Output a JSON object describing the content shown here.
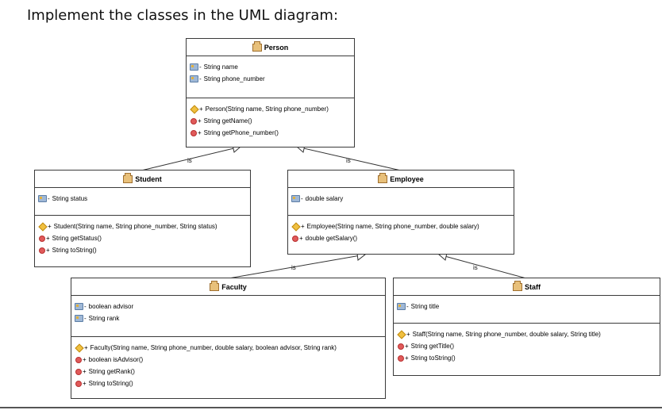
{
  "heading": "Implement the classes in the UML diagram:",
  "relation_label": "is",
  "classes": {
    "person": {
      "name": "Person",
      "attributes": [
        "String name",
        "String phone_number"
      ],
      "constructor": "Person(String name, String phone_number)",
      "methods": [
        "String getName()",
        "String getPhone_number()"
      ]
    },
    "student": {
      "name": "Student",
      "attributes": [
        "String status"
      ],
      "constructor": "Student(String name, String phone_number, String status)",
      "methods": [
        "String getStatus()",
        "String toString()"
      ]
    },
    "employee": {
      "name": "Employee",
      "attributes": [
        "double salary"
      ],
      "constructor": "Employee(String name, String phone_number, double salary)",
      "methods": [
        "double getSalary()"
      ]
    },
    "faculty": {
      "name": "Faculty",
      "attributes": [
        "boolean advisor",
        "String rank"
      ],
      "constructor": "Faculty(String name, String phone_number, double salary, boolean advisor, String rank)",
      "methods": [
        "boolean isAdvisor()",
        "String getRank()",
        "String toString()"
      ]
    },
    "staff": {
      "name": "Staff",
      "attributes": [
        "String title"
      ],
      "constructor": "Staff(String name, String phone_number, double salary, String title)",
      "methods": [
        "String getTitle()",
        "String toString()"
      ]
    }
  },
  "visibility": {
    "private": "-",
    "public": "+"
  },
  "icons": {
    "class": "class-icon",
    "attribute": "field-icon",
    "constructor": "constructor-icon",
    "method": "method-icon"
  },
  "colors": {
    "border": "#3a3a3a",
    "method_icon": "#e05a5a",
    "constructor_icon": "#f0c040",
    "field_icon": "#9fb8d6"
  }
}
